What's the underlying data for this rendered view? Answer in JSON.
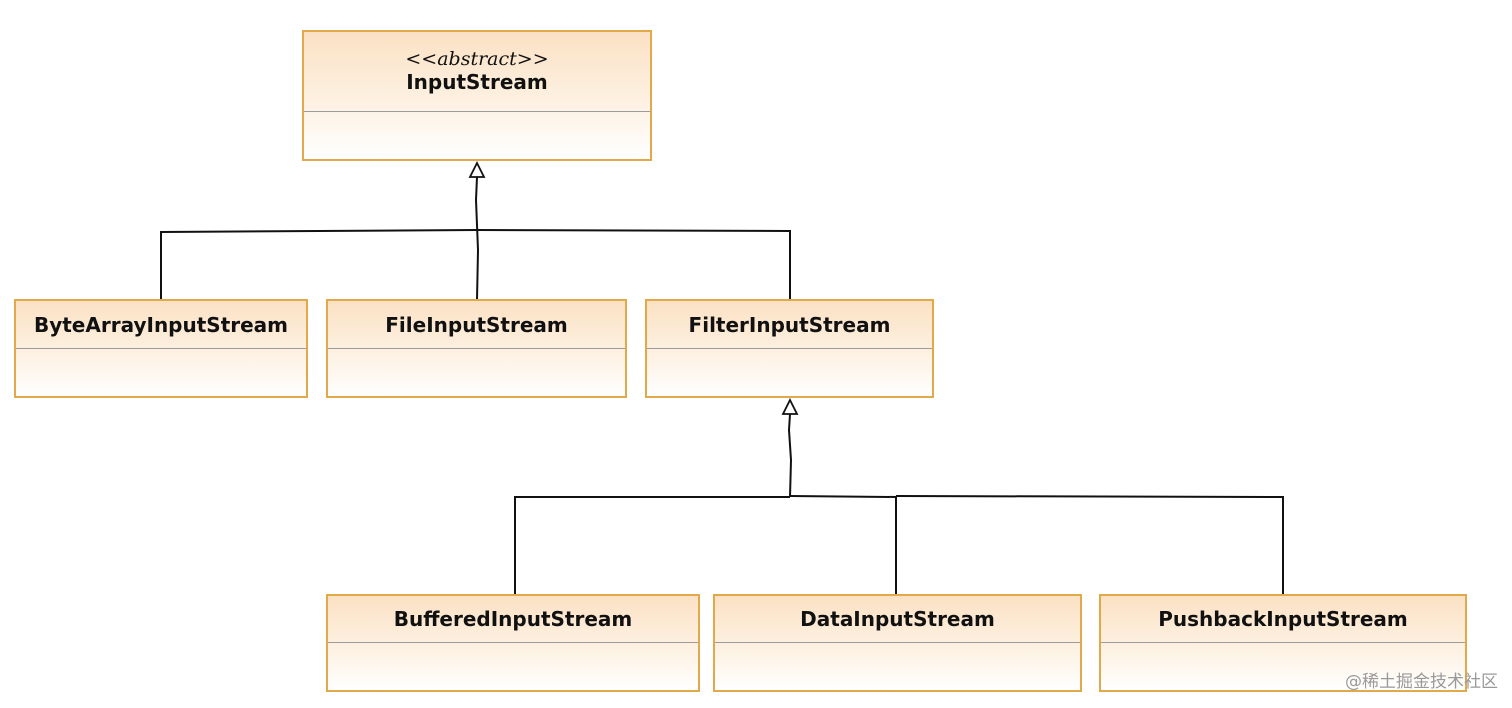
{
  "diagram": {
    "type": "uml-class-hierarchy",
    "classes": [
      {
        "id": "inputstream",
        "stereotype": "<<abstract>>",
        "name": "InputStream"
      },
      {
        "id": "bytearrayinputstream",
        "stereotype": "",
        "name": "ByteArrayInputStream"
      },
      {
        "id": "fileinputstream",
        "stereotype": "",
        "name": "FileInputStream"
      },
      {
        "id": "filterinputstream",
        "stereotype": "",
        "name": "FilterInputStream"
      },
      {
        "id": "bufferedinputstream",
        "stereotype": "",
        "name": "BufferedInputStream"
      },
      {
        "id": "datainputstream",
        "stereotype": "",
        "name": "DataInputStream"
      },
      {
        "id": "pushbackinputstream",
        "stereotype": "",
        "name": "PushbackInputStream"
      }
    ],
    "relations": [
      {
        "type": "generalization",
        "from": "bytearrayinputstream",
        "to": "inputstream"
      },
      {
        "type": "generalization",
        "from": "fileinputstream",
        "to": "inputstream"
      },
      {
        "type": "generalization",
        "from": "filterinputstream",
        "to": "inputstream"
      },
      {
        "type": "generalization",
        "from": "bufferedinputstream",
        "to": "filterinputstream"
      },
      {
        "type": "generalization",
        "from": "datainputstream",
        "to": "filterinputstream"
      },
      {
        "type": "generalization",
        "from": "pushbackinputstream",
        "to": "filterinputstream"
      }
    ],
    "colors": {
      "box_border": "#e2a94a",
      "box_fill_top": "#fbe1c4",
      "box_fill_bottom": "#ffffff",
      "divider": "#9b9b9b",
      "line": "#111111"
    }
  },
  "watermark": "@稀土掘金技术社区"
}
